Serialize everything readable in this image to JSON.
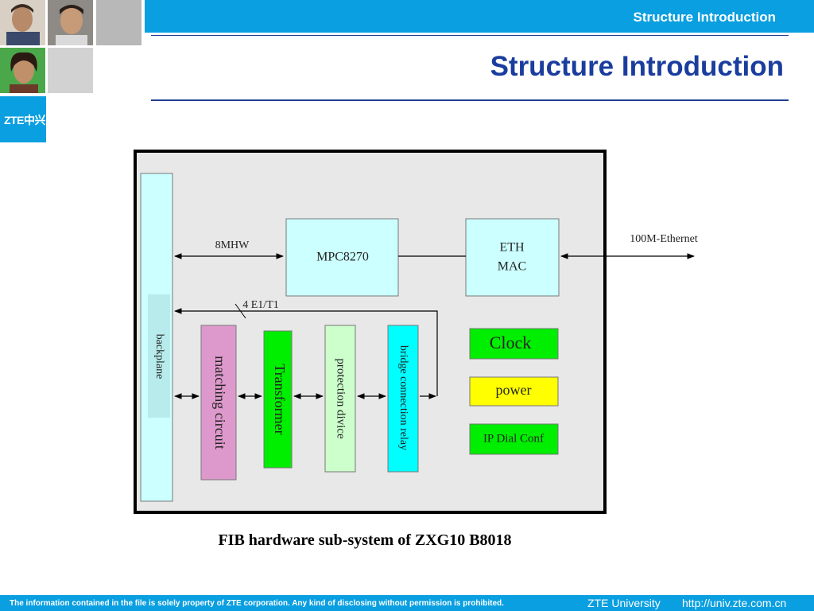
{
  "header": {
    "bar_title": "Structure Introduction",
    "page_title": "Structure Introduction",
    "logo_text": "ZTE中兴"
  },
  "diagram": {
    "blocks": {
      "backplane": "backplane",
      "mpc": "MPC8270",
      "eth_line1": "ETH",
      "eth_line2": "MAC",
      "matching": "matching circuit",
      "transformer": "Transformer",
      "protection": "protection divice",
      "bridge": "bridge connection relay",
      "clock": "Clock",
      "power": "power",
      "ipdial": "IP Dial Conf"
    },
    "labels": {
      "hw": "8MHW",
      "e1t1": "4 E1/T1",
      "ethernet": "100M-Ethernet"
    },
    "caption": "FIB hardware sub-system of ZXG10 B8018"
  },
  "footer": {
    "note": "The information contained in the file is solely property of ZTE corporation. Any kind of disclosing without permission is prohibited.",
    "university": "ZTE University",
    "url": "http://univ.zte.com.cn"
  },
  "colors": {
    "brand_blue": "#0a9fe0",
    "title_blue": "#1a3d9e",
    "backplane": "#ccffff",
    "mpc": "#ccffff",
    "matching": "#dd99cc",
    "transformer": "#00ee00",
    "protection": "#ccffcc",
    "bridge": "#00ffff",
    "clock": "#00ee00",
    "power": "#ffff00",
    "ipdial": "#00ee00"
  }
}
